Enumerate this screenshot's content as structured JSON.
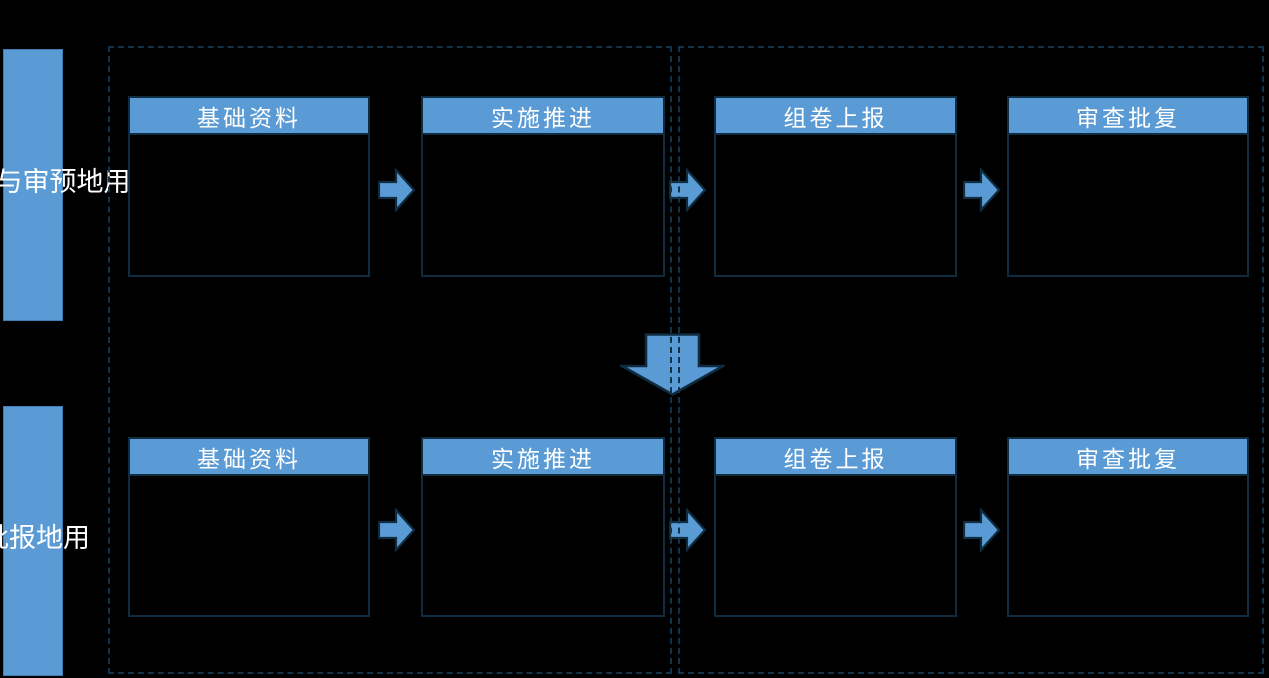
{
  "colors": {
    "background": "#000000",
    "accent_blue": "#5b9bd5",
    "outline_dark": "#0f2c40",
    "dash_color": "#123448",
    "text_white": "#ffffff"
  },
  "sidebar": {
    "top_group_label": "用\n地\n预\n审\n与\n选\n址",
    "bottom_group_label": "用\n地\n报\n批"
  },
  "rows": {
    "top": [
      "基础资料",
      "实施推进",
      "组卷上报",
      "审查批复"
    ],
    "bottom": [
      "基础资料",
      "实施推进",
      "组卷上报",
      "审查批复"
    ]
  },
  "icons": {
    "flow_connector": "right-arrow-icon",
    "row_connector": "down-arrow-icon"
  }
}
